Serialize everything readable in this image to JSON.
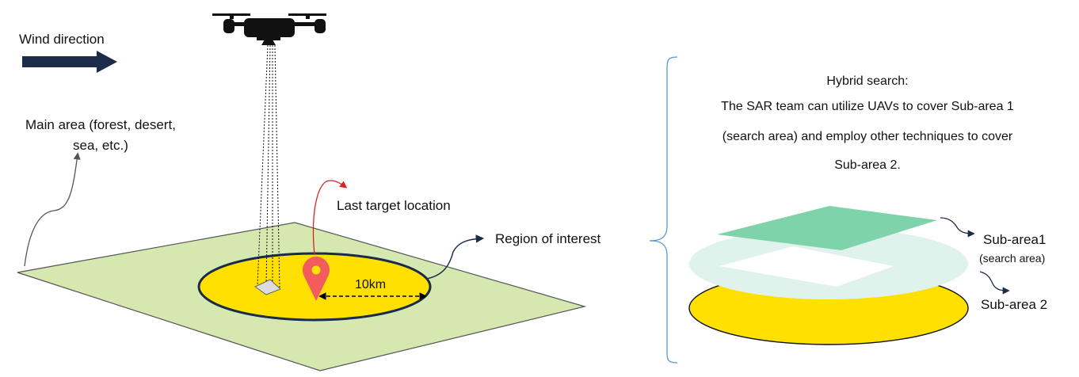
{
  "labels": {
    "wind_direction": "Wind direction",
    "main_area_line1": "Main area (forest, desert,",
    "main_area_line2": "sea, etc.)",
    "last_target_location": "Last target location",
    "region_of_interest": "Region of interest",
    "distance": "10km",
    "sub_area1": "Sub-area1",
    "sub_area1_note": "(search area)",
    "sub_area2": "Sub-area 2"
  },
  "hybrid_text": {
    "line1": "Hybrid search:",
    "line2": "The SAR team can utilize UAVs to cover Sub-area 1",
    "line3": "(search area) and employ other techniques to cover",
    "line4": "Sub-area 2."
  },
  "colors": {
    "ground": "#d4e8b0",
    "region_fill": "#ffe000",
    "region_border": "#1a2a4a",
    "marker": "#f25c5c",
    "sub_area1": "#7ed3ab",
    "ring": "#dff2ec",
    "navy": "#1c2b4a",
    "arrow_red": "#e02020",
    "brace": "#5b9bd5"
  },
  "icons": {
    "drone": "drone-icon",
    "marker": "location-pin-icon",
    "wind_arrow": "arrow-right-icon"
  }
}
